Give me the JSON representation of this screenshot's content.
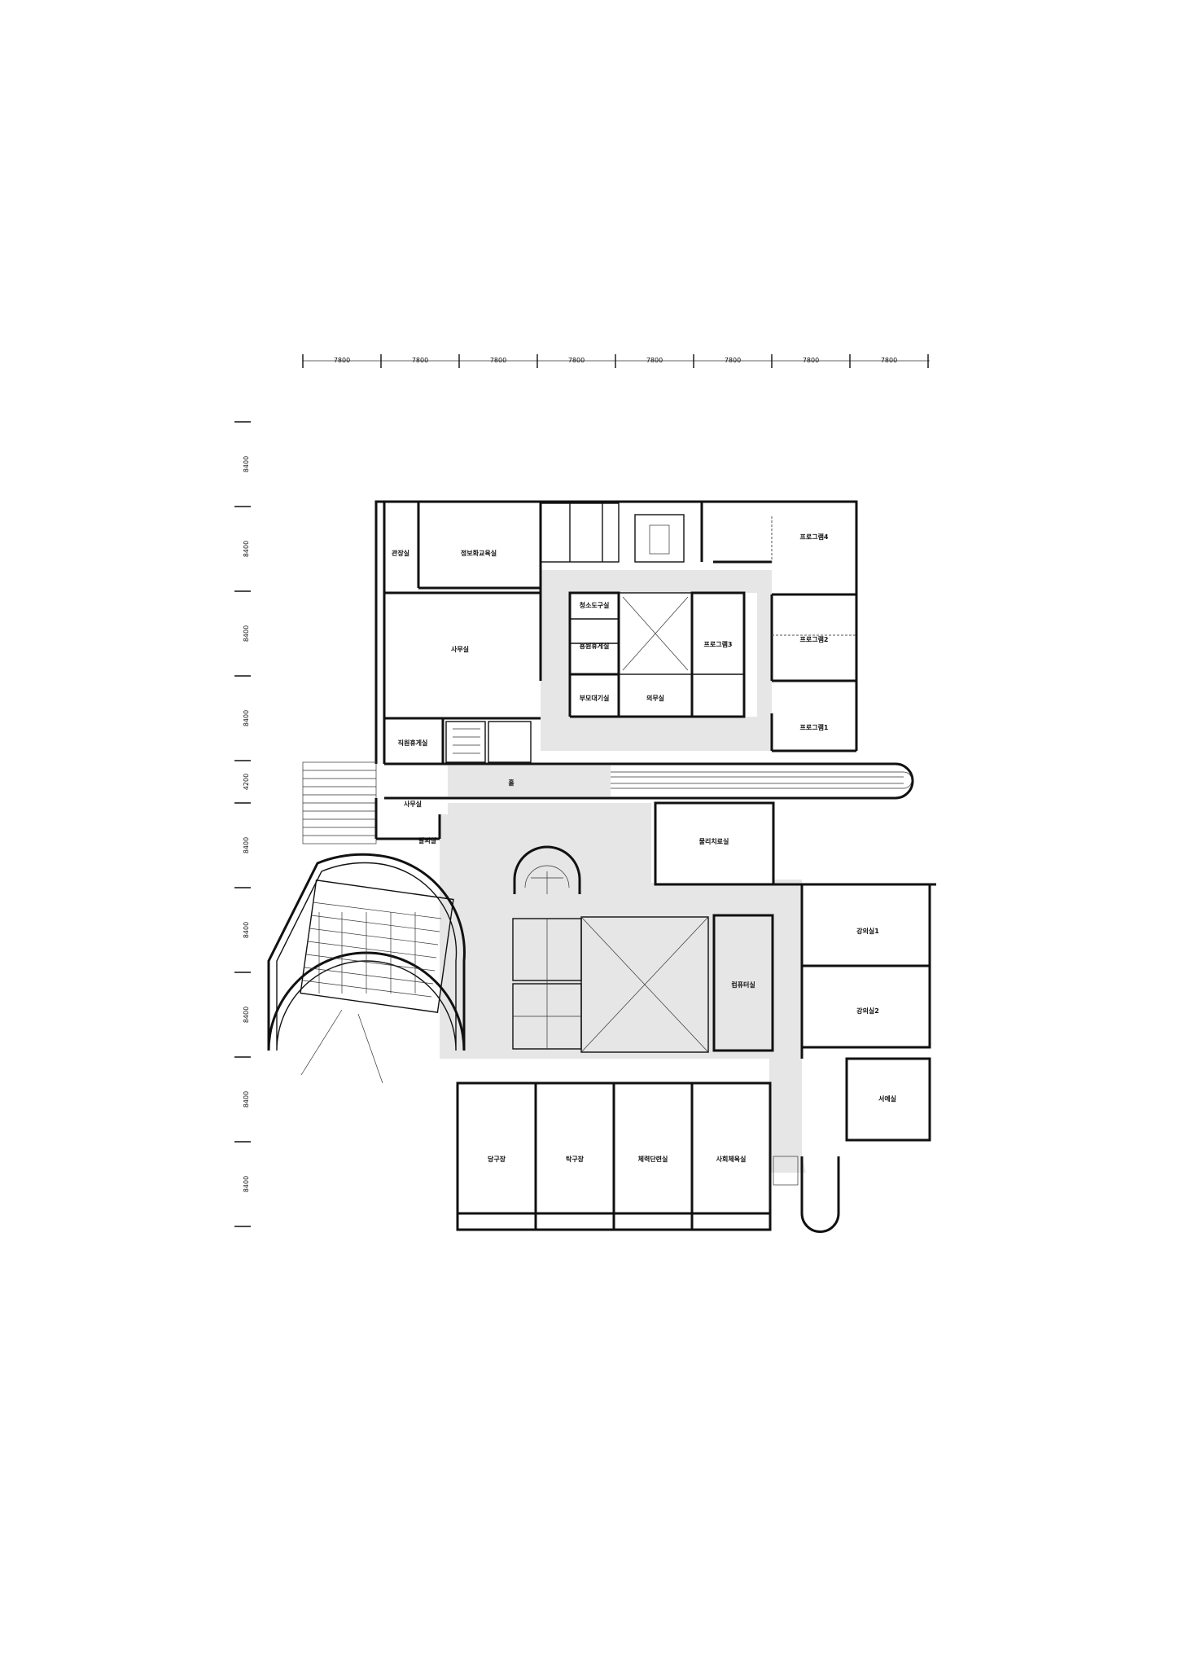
{
  "dimensions": {
    "horizontal": [
      "7800",
      "7800",
      "7800",
      "7800",
      "7800",
      "7800",
      "7800",
      "7800"
    ],
    "vertical": [
      "8400",
      "8400",
      "8400",
      "8400",
      "4200",
      "8400",
      "8400",
      "8400",
      "8400",
      "8400"
    ]
  },
  "rooms": {
    "r01": "관장실",
    "r02": "정보화교육실",
    "r03": "사무실",
    "r04": "직원휴게실",
    "r05": "사무실",
    "r06": "탈의실",
    "r07": "청소도구실",
    "r08": "용원휴게실",
    "r09": "부모대기실",
    "r10": "의무실",
    "r11": "프로그램3",
    "r12": "프로그램4",
    "r13": "프로그램2",
    "r14": "프로그램1",
    "r15": "홀",
    "r16": "물리치료실",
    "r17": "컴퓨터실",
    "r18": "강의실1",
    "r19": "강의실2",
    "r20": "서예실",
    "r21": "당구장",
    "r22": "탁구장",
    "r23": "체력단련실",
    "r24": "사회체육실"
  }
}
